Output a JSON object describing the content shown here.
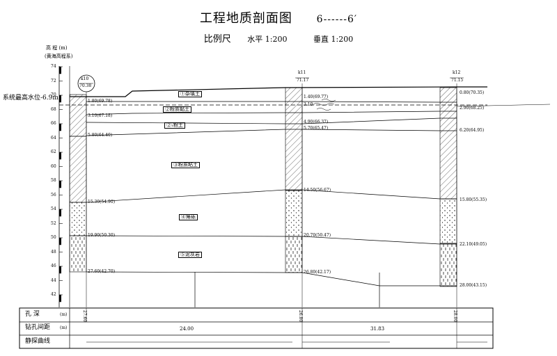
{
  "title": "工程地质剖面图",
  "section_id": "6------6′",
  "scale": {
    "label": "比例尺",
    "horizontal": "水平 1:200",
    "vertical": "垂直 1:200"
  },
  "axis": {
    "label": "高 程 (m)",
    "sublabel": "(黄海高程系)",
    "ticks": [
      74,
      72,
      70,
      68,
      66,
      64,
      62,
      60,
      58,
      56,
      54,
      52,
      50,
      48,
      46,
      44,
      42
    ]
  },
  "water_level_label": "系统最高水位-6.9m",
  "boreholes": [
    {
      "id": "k10",
      "elev": "70.38"
    },
    {
      "id": "k11",
      "elev": "71.17"
    },
    {
      "id": "k12",
      "elev": "71.15"
    }
  ],
  "layer_labels": [
    {
      "code": "①",
      "name": "杂填土"
    },
    {
      "code": "②",
      "name": "粉质黏土"
    },
    {
      "code": "②₁",
      "name": "粉土"
    },
    {
      "code": "③",
      "name": "粉质粘土"
    },
    {
      "code": "④",
      "name": "角砾"
    },
    {
      "code": "⑤",
      "name": "泥灰岩"
    }
  ],
  "depth_marks": [
    "1.80(69.78)",
    "3.10(67.18)",
    "5.80(64.40)",
    "15.30(54.90)",
    "19.90(50.30)",
    "27.60(42.70)",
    "1.40(69.77)",
    "3.10",
    "4.90(66.37)",
    "5.70(65.47)",
    "14.50(56.67)",
    "20.70(50.47)",
    "26.80(42.17)",
    "0.80(70.35)",
    "2.90(68.25)",
    "6.20(64.95)",
    "15.80(55.35)",
    "22.10(49.05)",
    "28.00(43.15)"
  ],
  "table": {
    "row1": {
      "label": "孔 深",
      "unit": "(m)",
      "values": [
        "27.60",
        "26.80",
        "28.00"
      ]
    },
    "row2": {
      "label": "钻孔间距",
      "unit": "(m)",
      "values": [
        "24.00",
        "31.83"
      ]
    },
    "row3": {
      "label": "静探曲线"
    }
  }
}
